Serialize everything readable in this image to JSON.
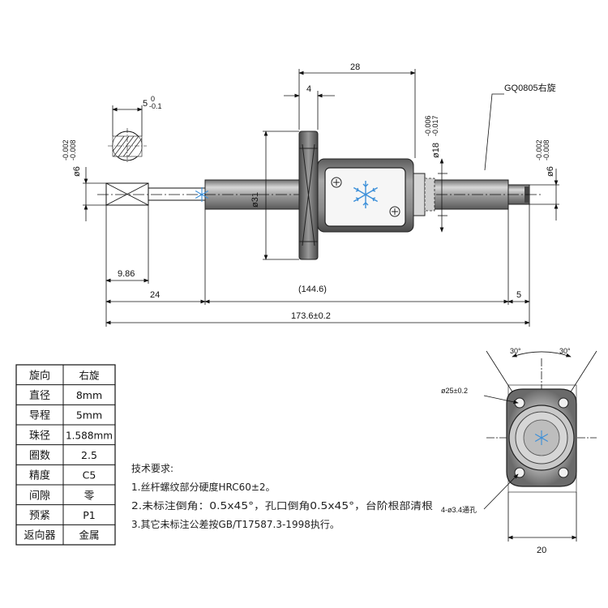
{
  "drawing": {
    "dims": {
      "nut_length": "28",
      "flange_thickness": "4",
      "key_width": "5",
      "key_width_tol_top": "0",
      "key_width_tol_bottom": "-0.1",
      "left_shaft_dia": "ø6",
      "left_shaft_tol_top": "-0.002",
      "left_shaft_tol_bottom": "-0.008",
      "right_shaft_dia": "ø6",
      "right_shaft_tol_top": "-0.002",
      "right_shaft_tol_bottom": "-0.008",
      "nut_dia": "ø18",
      "nut_dia_tol_top": "-0.006",
      "nut_dia_tol_bottom": "-0.017",
      "flange_dia": "ø31",
      "model_label": "GQ0805右旋",
      "left_end_len": "9.86",
      "left_step_len": "24",
      "screw_len": "(144.6)",
      "right_end_len": "5",
      "total_len": "173.6±0.2"
    },
    "flange_view": {
      "angle_left": "30°",
      "angle_right": "30°",
      "pcd": "ø25±0.2",
      "holes": "4-ø3.4通孔",
      "width": "20"
    }
  },
  "spec_table": {
    "rows": [
      {
        "label": "旋向",
        "value": "右旋"
      },
      {
        "label": "直径",
        "value": "8mm"
      },
      {
        "label": "导程",
        "value": "5mm"
      },
      {
        "label": "珠径",
        "value": "1.588mm"
      },
      {
        "label": "圈数",
        "value": "2.5"
      },
      {
        "label": "精度",
        "value": "C5"
      },
      {
        "label": "间隙",
        "value": "零"
      },
      {
        "label": "预紧",
        "value": "P1"
      },
      {
        "label": "返向器",
        "value": "金属"
      }
    ]
  },
  "notes": {
    "title": "技术要求:",
    "items": [
      "1.丝杆螺纹部分硬度HRC60±2。",
      "2.未标注倒角：0.5x45°，孔口倒角0.5x45°，台阶根部清根",
      "3.其它未标注公差按GB/T17587.3-1998执行。"
    ]
  },
  "colors": {
    "line": "#111111",
    "part_fill": "#7a7a7a",
    "part_dark": "#3a3a3a",
    "logo": "#3b8fd9"
  }
}
